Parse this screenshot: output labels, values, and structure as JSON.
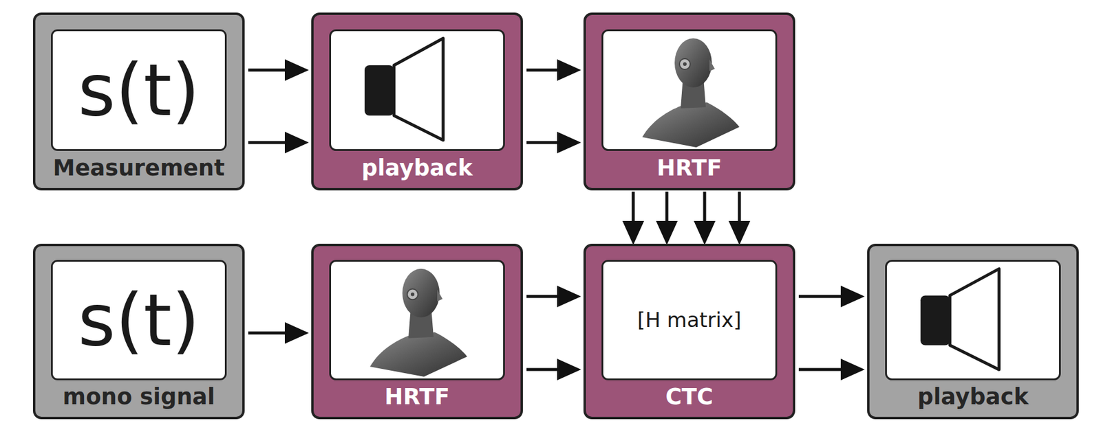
{
  "diagram": {
    "nodes": [
      {
        "text": [
          "Measurement"
        ]
      },
      {
        "text": [
          "s(t)"
        ],
        "in": 0
      },
      {
        "text": [
          "playback"
        ]
      },
      {
        "text": [
          "HRTF"
        ]
      },
      {
        "text": [
          "mono signal"
        ]
      },
      {
        "text": [
          "s(t)"
        ],
        "in": 4
      },
      {
        "text": [
          "HRTF"
        ]
      },
      {
        "text": [
          "CTC"
        ]
      },
      {
        "text": [
          "[H matrix]"
        ],
        "in": 7
      },
      {
        "text": [
          "playback"
        ]
      }
    ],
    "edges": [
      {
        "from": 0,
        "to": 2,
        "arrow": "to"
      },
      {
        "from": 0,
        "to": 2,
        "arrow": "to"
      },
      {
        "from": 2,
        "to": 3,
        "arrow": "to"
      },
      {
        "from": 2,
        "to": 3,
        "arrow": "to"
      },
      {
        "from": 3,
        "to": 7,
        "arrow": "to"
      },
      {
        "from": 3,
        "to": 7,
        "arrow": "to"
      },
      {
        "from": 3,
        "to": 7,
        "arrow": "to"
      },
      {
        "from": 3,
        "to": 7,
        "arrow": "to"
      },
      {
        "from": 4,
        "to": 6,
        "arrow": "to"
      },
      {
        "from": 6,
        "to": 7,
        "arrow": "to"
      },
      {
        "from": 6,
        "to": 7,
        "arrow": "to"
      },
      {
        "from": 7,
        "to": 9,
        "arrow": "to"
      },
      {
        "from": 7,
        "to": 9,
        "arrow": "to"
      }
    ]
  }
}
